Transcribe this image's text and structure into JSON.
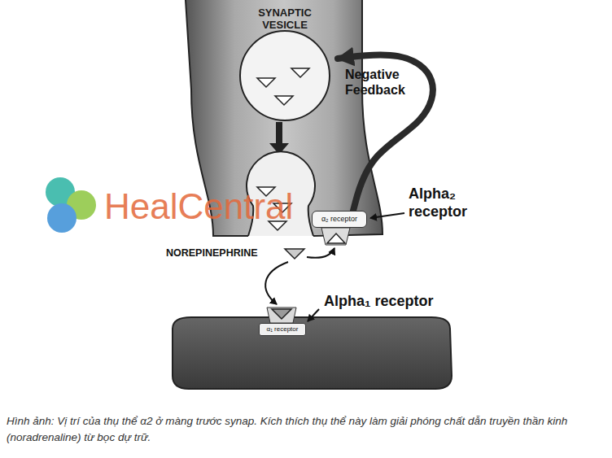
{
  "diagram": {
    "caption": "Hình ảnh: Vị trí của thụ thể α2 ở màng trước synap. Kích thích thụ thể này làm giải phóng chất dẫn truyền thần kinh (noradrenaline) từ bọc dự trữ.",
    "nodes": [
      {
        "text": [
          "SYNAPTIC VESICLE"
        ]
      },
      {
        "text": [
          "α₂ receptor"
        ]
      },
      {
        "text": [
          "α₁ receptor"
        ]
      }
    ],
    "edges": [
      {
        "from": 1,
        "to": 0,
        "arrow": "to",
        "label": "Negative Feedback"
      }
    ],
    "labels": [
      "Alpha₂ receptor",
      "NOREPINEPHRINE",
      "Alpha₁ receptor",
      "HealCentral"
    ]
  }
}
